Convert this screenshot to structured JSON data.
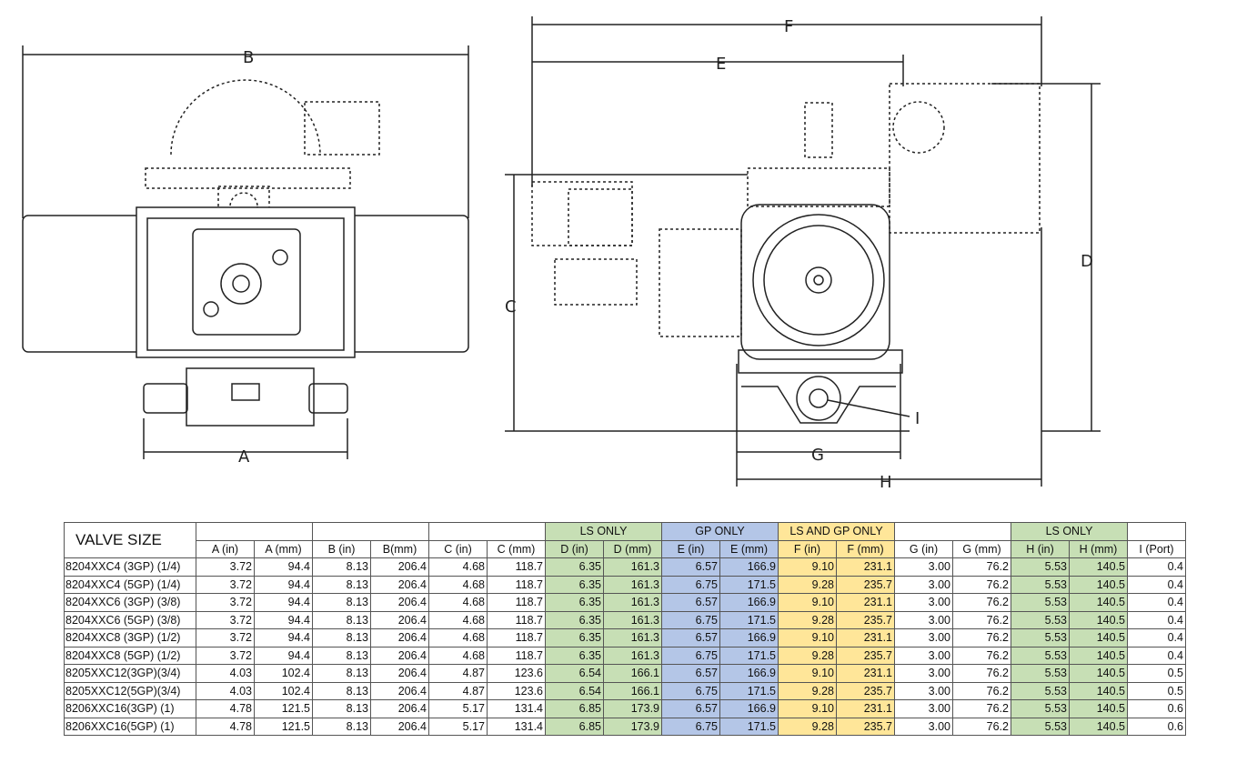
{
  "dimension_labels": {
    "A": "A",
    "B": "B",
    "C": "C",
    "D": "D",
    "E": "E",
    "F": "F",
    "G": "G",
    "H": "H",
    "I": "I"
  },
  "colors": {
    "ls_only": "#c7dfb5",
    "gp_only": "#b4c6e7",
    "ls_and_gp": "#ffe699"
  },
  "table": {
    "valve_size_label": "VALVE SIZE",
    "groups": [
      "",
      "",
      "",
      "LS ONLY",
      "GP ONLY",
      "LS AND GP ONLY",
      "",
      "LS ONLY",
      ""
    ],
    "columns": [
      "A (in)",
      "A (mm)",
      "B (in)",
      "B(mm)",
      "C (in)",
      "C (mm)",
      "D (in)",
      "D (mm)",
      "E (in)",
      "E (mm)",
      "F (in)",
      "F (mm)",
      "G (in)",
      "G (mm)",
      "H (in)",
      "H (mm)",
      "I (Port)"
    ],
    "rows": [
      {
        "size": "8204XXC4 (3GP) (1/4)",
        "values": [
          "3.72",
          "94.4",
          "8.13",
          "206.4",
          "4.68",
          "118.7",
          "6.35",
          "161.3",
          "6.57",
          "166.9",
          "9.10",
          "231.1",
          "3.00",
          "76.2",
          "5.53",
          "140.5",
          "0.4"
        ]
      },
      {
        "size": "8204XXC4 (5GP) (1/4)",
        "values": [
          "3.72",
          "94.4",
          "8.13",
          "206.4",
          "4.68",
          "118.7",
          "6.35",
          "161.3",
          "6.75",
          "171.5",
          "9.28",
          "235.7",
          "3.00",
          "76.2",
          "5.53",
          "140.5",
          "0.4"
        ]
      },
      {
        "size": "8204XXC6 (3GP) (3/8)",
        "values": [
          "3.72",
          "94.4",
          "8.13",
          "206.4",
          "4.68",
          "118.7",
          "6.35",
          "161.3",
          "6.57",
          "166.9",
          "9.10",
          "231.1",
          "3.00",
          "76.2",
          "5.53",
          "140.5",
          "0.4"
        ]
      },
      {
        "size": "8204XXC6 (5GP) (3/8)",
        "values": [
          "3.72",
          "94.4",
          "8.13",
          "206.4",
          "4.68",
          "118.7",
          "6.35",
          "161.3",
          "6.75",
          "171.5",
          "9.28",
          "235.7",
          "3.00",
          "76.2",
          "5.53",
          "140.5",
          "0.4"
        ]
      },
      {
        "size": "8204XXC8 (3GP) (1/2)",
        "values": [
          "3.72",
          "94.4",
          "8.13",
          "206.4",
          "4.68",
          "118.7",
          "6.35",
          "161.3",
          "6.57",
          "166.9",
          "9.10",
          "231.1",
          "3.00",
          "76.2",
          "5.53",
          "140.5",
          "0.4"
        ]
      },
      {
        "size": "8204XXC8 (5GP) (1/2)",
        "values": [
          "3.72",
          "94.4",
          "8.13",
          "206.4",
          "4.68",
          "118.7",
          "6.35",
          "161.3",
          "6.75",
          "171.5",
          "9.28",
          "235.7",
          "3.00",
          "76.2",
          "5.53",
          "140.5",
          "0.4"
        ]
      },
      {
        "size": "8205XXC12(3GP)(3/4)",
        "values": [
          "4.03",
          "102.4",
          "8.13",
          "206.4",
          "4.87",
          "123.6",
          "6.54",
          "166.1",
          "6.57",
          "166.9",
          "9.10",
          "231.1",
          "3.00",
          "76.2",
          "5.53",
          "140.5",
          "0.5"
        ]
      },
      {
        "size": "8205XXC12(5GP)(3/4)",
        "values": [
          "4.03",
          "102.4",
          "8.13",
          "206.4",
          "4.87",
          "123.6",
          "6.54",
          "166.1",
          "6.75",
          "171.5",
          "9.28",
          "235.7",
          "3.00",
          "76.2",
          "5.53",
          "140.5",
          "0.5"
        ]
      },
      {
        "size": "8206XXC16(3GP)   (1)",
        "values": [
          "4.78",
          "121.5",
          "8.13",
          "206.4",
          "5.17",
          "131.4",
          "6.85",
          "173.9",
          "6.57",
          "166.9",
          "9.10",
          "231.1",
          "3.00",
          "76.2",
          "5.53",
          "140.5",
          "0.6"
        ]
      },
      {
        "size": "8206XXC16(5GP)   (1)",
        "values": [
          "4.78",
          "121.5",
          "8.13",
          "206.4",
          "5.17",
          "131.4",
          "6.85",
          "173.9",
          "6.75",
          "171.5",
          "9.28",
          "235.7",
          "3.00",
          "76.2",
          "5.53",
          "140.5",
          "0.6"
        ]
      }
    ]
  }
}
